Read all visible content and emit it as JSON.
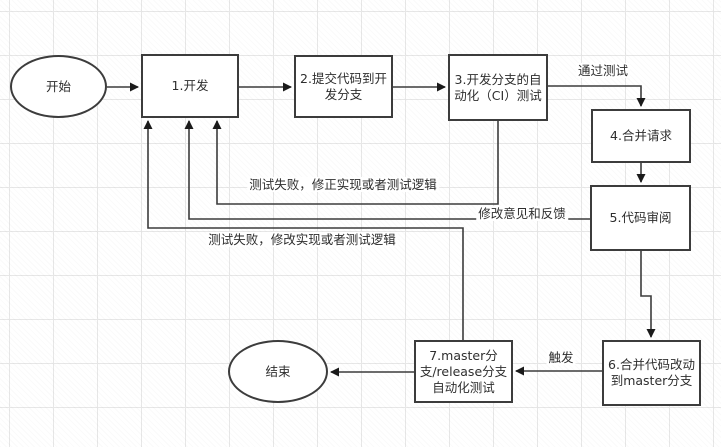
{
  "diagram": {
    "title": "CI workflow flowchart",
    "colors": {
      "background": "#ffffff",
      "grid": "#e7e7e7",
      "stroke": "#3c3c3c",
      "arrow_fill": "#1a1a1a",
      "text": "#2e2e2e"
    },
    "nodes": {
      "start": {
        "label": "开始",
        "shape": "ellipse"
      },
      "develop": {
        "label": "1.开发",
        "shape": "rect"
      },
      "commit": {
        "label": "2.提交代码到开\n发分支",
        "shape": "rect"
      },
      "ci_test": {
        "label": "3.开发分支的自\n动化（CI）测试",
        "shape": "rect"
      },
      "merge_request": {
        "label": "4.合并请求",
        "shape": "rect"
      },
      "code_review": {
        "label": "5.代码审阅",
        "shape": "rect"
      },
      "merge_master": {
        "label": "6.合并代码改动\n到master分支",
        "shape": "rect"
      },
      "master_test": {
        "label": "7.master分\n支/release分支\n自动化测试",
        "shape": "rect"
      },
      "end": {
        "label": "结束",
        "shape": "ellipse"
      }
    },
    "edge_labels": {
      "pass_test": "通过测试",
      "ci_fail": "测试失败，修正实现或者测试逻辑",
      "review_feedback": "修改意见和反馈",
      "master_fail": "测试失败，修改实现或者测试逻辑",
      "trigger": "触发"
    }
  }
}
